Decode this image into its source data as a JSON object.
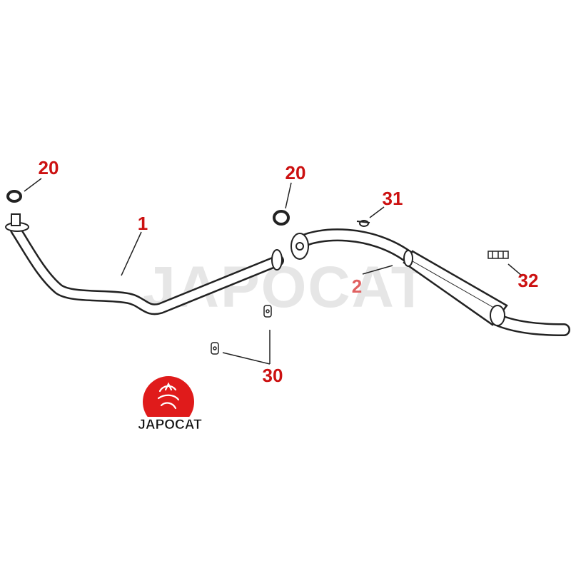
{
  "diagram": {
    "watermark": "JAPOCAT",
    "logo": {
      "text": "JAPOCAT",
      "icon": "cat-logo-icon"
    },
    "colors": {
      "callout": "#cc1111",
      "callout_alt": "#e06060",
      "line": "#222222",
      "watermark": "#e6e6e6",
      "logo_red": "#e01b1b"
    },
    "callouts": [
      {
        "id": "20a",
        "label": "20",
        "part": "gasket"
      },
      {
        "id": "1",
        "label": "1",
        "part": "front exhaust pipe"
      },
      {
        "id": "20b",
        "label": "20",
        "part": "gasket"
      },
      {
        "id": "31",
        "label": "31",
        "part": "clamp"
      },
      {
        "id": "2",
        "label": "2",
        "part": "rear muffler"
      },
      {
        "id": "32",
        "label": "32",
        "part": "hanger clip"
      },
      {
        "id": "30",
        "label": "30",
        "part": "rubber mount"
      }
    ]
  }
}
